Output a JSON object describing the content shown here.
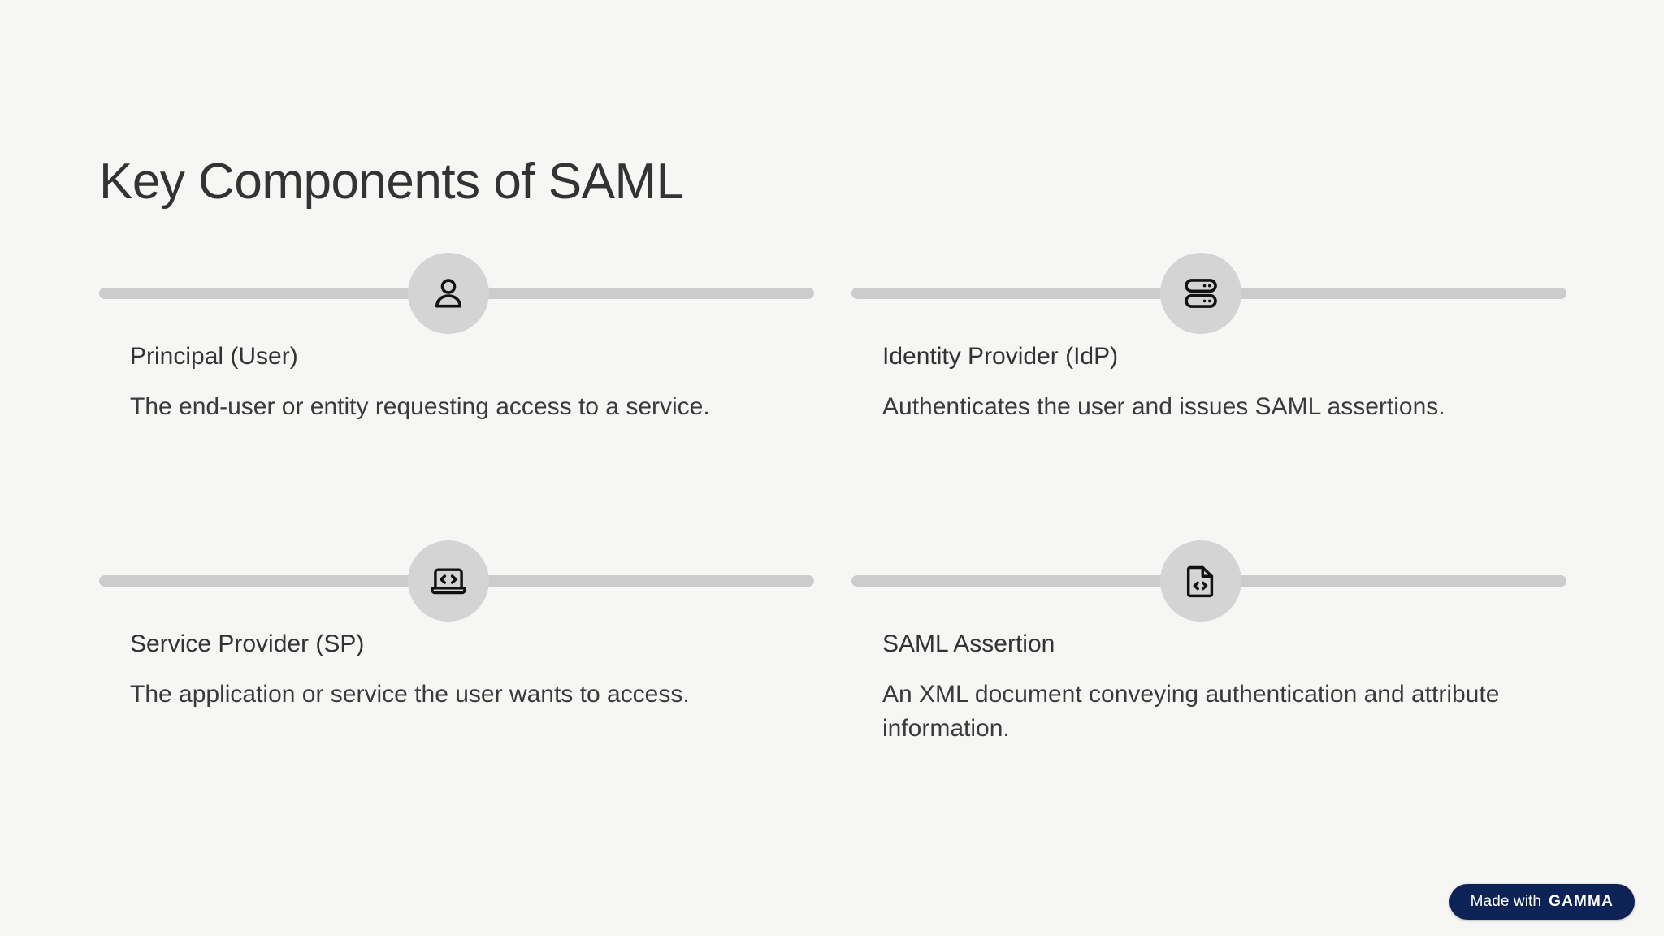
{
  "slide": {
    "title": "Key Components of SAML",
    "background_color": "#f6f6f5",
    "accent_color": "#cccccc",
    "bubble_color": "#d4d4d4",
    "text_color": "#333333"
  },
  "items": [
    {
      "icon": "user-icon",
      "title": "Principal (User)",
      "description": "The end-user or entity requesting access to a service."
    },
    {
      "icon": "server-icon",
      "title": "Identity Provider (IdP)",
      "description": "Authenticates the user and issues SAML assertions."
    },
    {
      "icon": "laptop-code-icon",
      "title": "Service Provider (SP)",
      "description": "The application or service the user wants to access."
    },
    {
      "icon": "file-code-icon",
      "title": "SAML Assertion",
      "description": "An XML document conveying authentication and attribute information."
    }
  ],
  "badge": {
    "prefix": "Made with",
    "brand": "GAMMA",
    "background_color": "#0d2357",
    "text_color": "#ffffff"
  }
}
